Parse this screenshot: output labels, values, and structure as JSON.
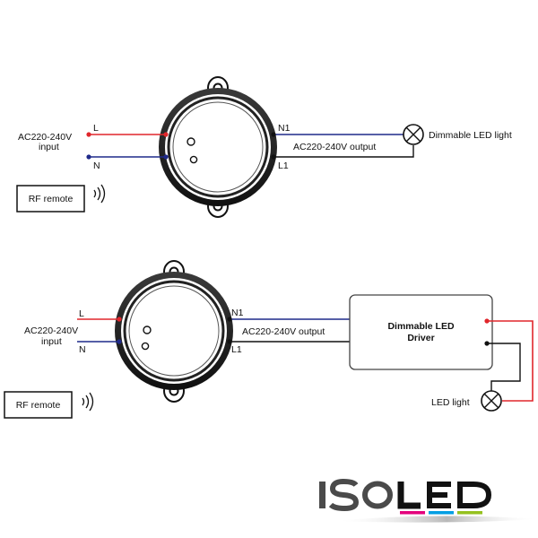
{
  "diagram1": {
    "input_label_line1": "AC220-240V",
    "input_label_line2": "input",
    "live_in": "L",
    "neutral_in": "N",
    "neutral_out": "N1",
    "live_out": "L1",
    "output_label": "AC220-240V output",
    "load_label": "Dimmable LED light",
    "remote_label": "RF remote"
  },
  "diagram2": {
    "input_label_line1": "AC220-240V",
    "input_label_line2": "input",
    "live_in": "L",
    "neutral_in": "N",
    "neutral_out": "N1",
    "live_out": "L1",
    "output_label": "AC220-240V output",
    "driver_label_line1": "Dimmable LED",
    "driver_label_line2": "Driver",
    "load_label": "LED light",
    "remote_label": "RF remote"
  },
  "brand": {
    "logo_text": "ISOLED",
    "logo_color_dark": "#4a4a4a",
    "logo_stripe_colors": [
      "#e4007c",
      "#009ee3",
      "#95c11f"
    ]
  },
  "colors": {
    "live_wire": "#e0262b",
    "neutral_wire": "#1f2a8a",
    "outline": "#111111"
  }
}
